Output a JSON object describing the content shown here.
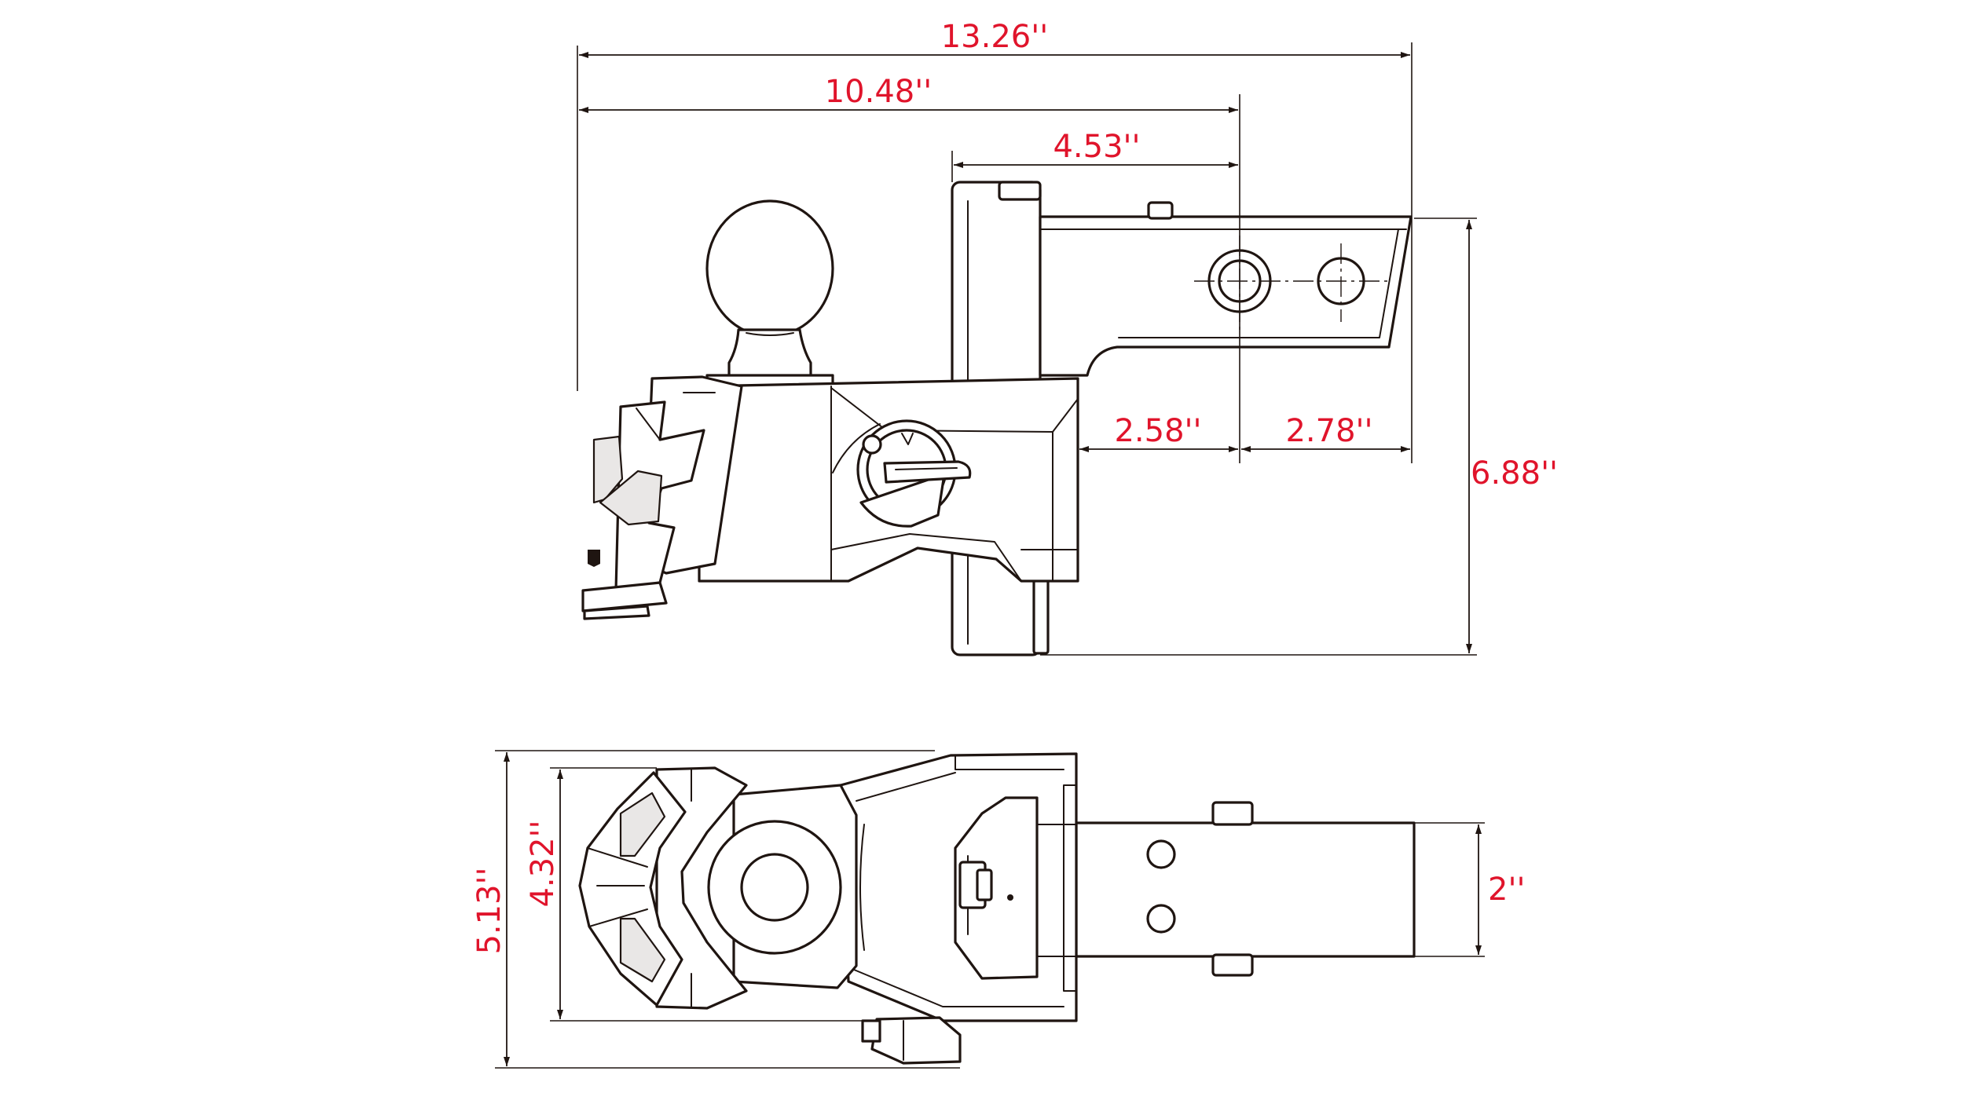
{
  "colors": {
    "dimension_text": "#e0142b",
    "linework": "#1f1511",
    "background": "#ffffff"
  },
  "side_view": {
    "dimensions": {
      "overall_length": "13.26''",
      "pin_to_ball": "10.48''",
      "shank_to_pin": "4.53''",
      "riser_to_pin": "2.58''",
      "pin_to_end": "2.78''",
      "overall_height": "6.88''"
    }
  },
  "top_view": {
    "dimensions": {
      "overall_width": "5.13''",
      "body_width": "4.32''",
      "shank_width": "2''"
    }
  }
}
